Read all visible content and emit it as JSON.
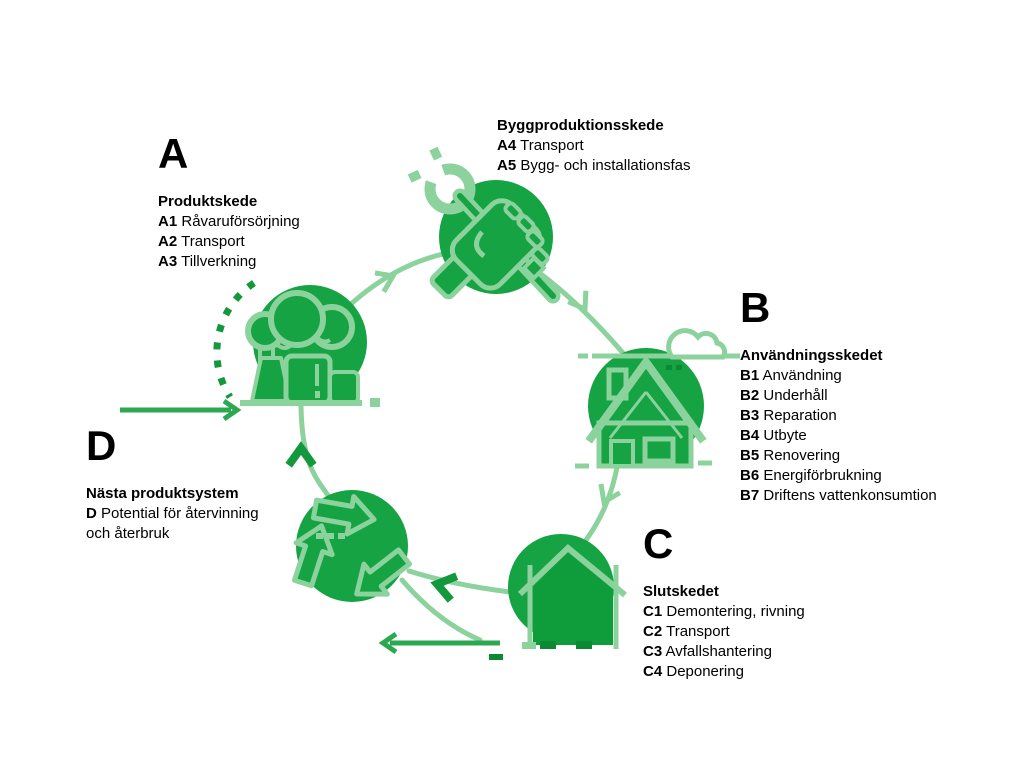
{
  "colors": {
    "circle_green": "#16a344",
    "house_dark_green": "#0f9c3a",
    "icon_light_green": "#8cd29d",
    "arrow_medium_green": "#2ca850",
    "chevron_dark_green": "#13993c",
    "detail_dark_green": "#0b8a33",
    "text": "#000000",
    "background": "#ffffff"
  },
  "icons": {
    "product_stage": "factory-smoke-icon",
    "construction_stage": "hand-wrench-icon",
    "use_stage": "house-icon",
    "end_of_life_stage": "demolition-house-icon",
    "next_system_stage": "recycling-icon"
  },
  "sections": {
    "a": {
      "letter": "A",
      "title": "Produktskede",
      "items": [
        {
          "code": "A1",
          "label": "Råvaruförsörjning"
        },
        {
          "code": "A2",
          "label": "Transport"
        },
        {
          "code": "A3",
          "label": "Tillverkning"
        }
      ]
    },
    "bygg": {
      "title": "Byggproduktionsskede",
      "items": [
        {
          "code": "A4",
          "label": "Transport"
        },
        {
          "code": "A5",
          "label": "Bygg- och installationsfas"
        }
      ]
    },
    "b": {
      "letter": "B",
      "title": "Användningsskedet",
      "items": [
        {
          "code": "B1",
          "label": "Användning"
        },
        {
          "code": "B2",
          "label": "Underhåll"
        },
        {
          "code": "B3",
          "label": "Reparation"
        },
        {
          "code": "B4",
          "label": "Utbyte"
        },
        {
          "code": "B5",
          "label": "Renovering"
        },
        {
          "code": "B6",
          "label": "Energiförbrukning"
        },
        {
          "code": "B7",
          "label": "Driftens vattenkonsumtion"
        }
      ]
    },
    "c": {
      "letter": "C",
      "title": "Slutskedet",
      "items": [
        {
          "code": "C1",
          "label": "Demontering, rivning"
        },
        {
          "code": "C2",
          "label": "Transport"
        },
        {
          "code": "C3",
          "label": "Avfallshantering"
        },
        {
          "code": "C4",
          "label": "Deponering"
        }
      ]
    },
    "d": {
      "letter": "D",
      "title": "Nästa produktsystem",
      "items": [
        {
          "code": "D",
          "label": "Potential för återvinning och återbruk"
        }
      ]
    }
  }
}
